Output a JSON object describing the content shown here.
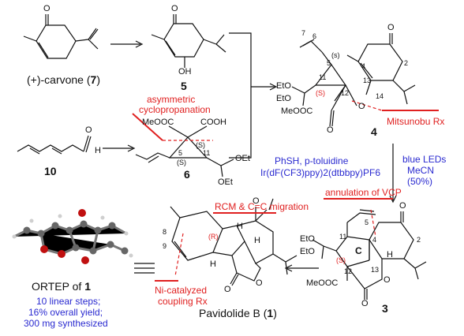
{
  "compounds": {
    "carvone": {
      "label": "(+)-carvone (",
      "num": "7",
      "close": ")"
    },
    "c5": {
      "num": "5",
      "oh": "OH",
      "o": "O"
    },
    "c10": {
      "num": "10",
      "o": "O",
      "h": "H"
    },
    "c6": {
      "num": "6",
      "meooc": "MeOOC",
      "cooh": "COOH",
      "oet1": "OEt",
      "oet2": "OEt",
      "s5": "(S)",
      "s11": "(S)",
      "n5": "5",
      "n11": "11"
    },
    "c4": {
      "num": "4",
      "eto1": "EtO",
      "eto2": "EtO",
      "meooc": "MeOOC",
      "o1": "O",
      "o2": "O",
      "o3": "O",
      "s": "(s)",
      "S": "(S)",
      "n7": "7",
      "n6": "6",
      "n5": "5",
      "n11": "11",
      "n12": "12",
      "n4": "4",
      "n13": "13",
      "n14": "14",
      "n2": "2"
    },
    "c3": {
      "num": "3",
      "eto1": "EtO",
      "eto2": "EtO",
      "meooc": "MeOOC",
      "o1": "O",
      "o2": "O",
      "o3": "O",
      "h": "H",
      "ringC": "C",
      "S": "(S)",
      "n5": "5",
      "n11": "11",
      "n12": "12",
      "n13": "13",
      "n4": "4",
      "n2": "2"
    },
    "c1": {
      "name": "Pavidolide B (",
      "num": "1",
      "close": ")",
      "o1": "O",
      "o2": "O",
      "o3": "O",
      "h1": "H",
      "h2": "H",
      "h3": "H",
      "R": "(R)",
      "n8": "8",
      "n9": "9"
    }
  },
  "annotations": {
    "asym": [
      "asymmetric",
      "cyclopropanation"
    ],
    "mitsunobu": "Mitsunobu Rx",
    "rcm": "RCM & C=C migration",
    "vcp": "annulation of VCP",
    "ni": [
      "Ni-catalyzed",
      "coupling Rx"
    ]
  },
  "conditions": {
    "reagent1": "PhSH, p-toluidine",
    "reagent2": "Ir(dF(CF3)ppy)2(dtbbpy)PF6",
    "light": [
      "blue LEDs",
      "MeCN",
      "(50%)"
    ]
  },
  "ortep": {
    "caption": "ORTEP of ",
    "num": "1"
  },
  "summary": [
    "10 linear steps;",
    "16% overall yield;",
    "300 mg synthesized"
  ],
  "colors": {
    "red": "#e02020",
    "blue": "#2a2ad0",
    "oxygen": "#c01010",
    "carbon": "#666666"
  }
}
